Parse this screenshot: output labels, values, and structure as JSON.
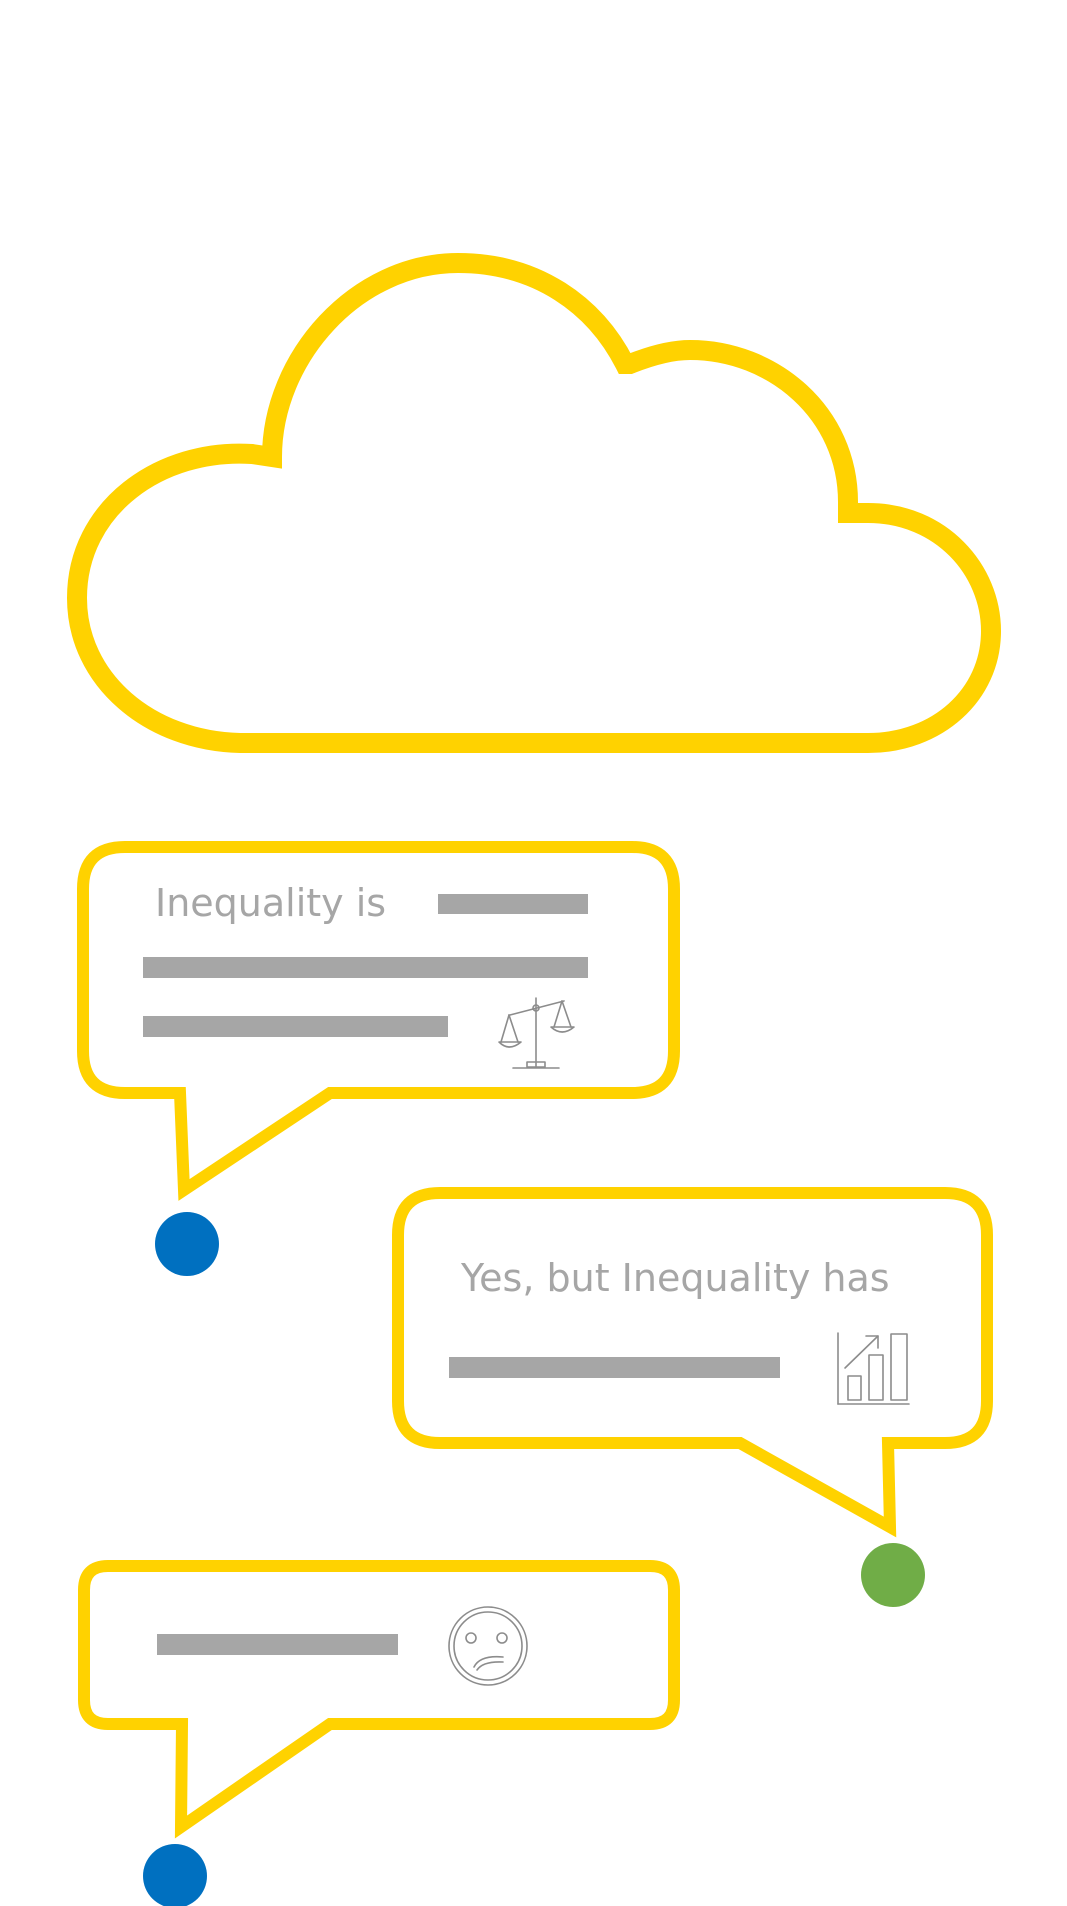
{
  "colors": {
    "outline": "#FFD200",
    "placeholder": "#A6A6A6",
    "text": "#A6A6A6",
    "icon": "#8C8C8C",
    "speaker_blue": "#0070C0",
    "speaker_green": "#70AD47",
    "background": "#FFFFFF"
  },
  "bubble1": {
    "text": "Inequality is",
    "icon": "scales-icon",
    "speaker": "blue"
  },
  "bubble2": {
    "text": "Yes, but Inequality has",
    "icon": "growth-chart-icon",
    "speaker": "green"
  },
  "bubble3": {
    "text": "",
    "icon": "confused-face-icon",
    "speaker": "blue"
  }
}
